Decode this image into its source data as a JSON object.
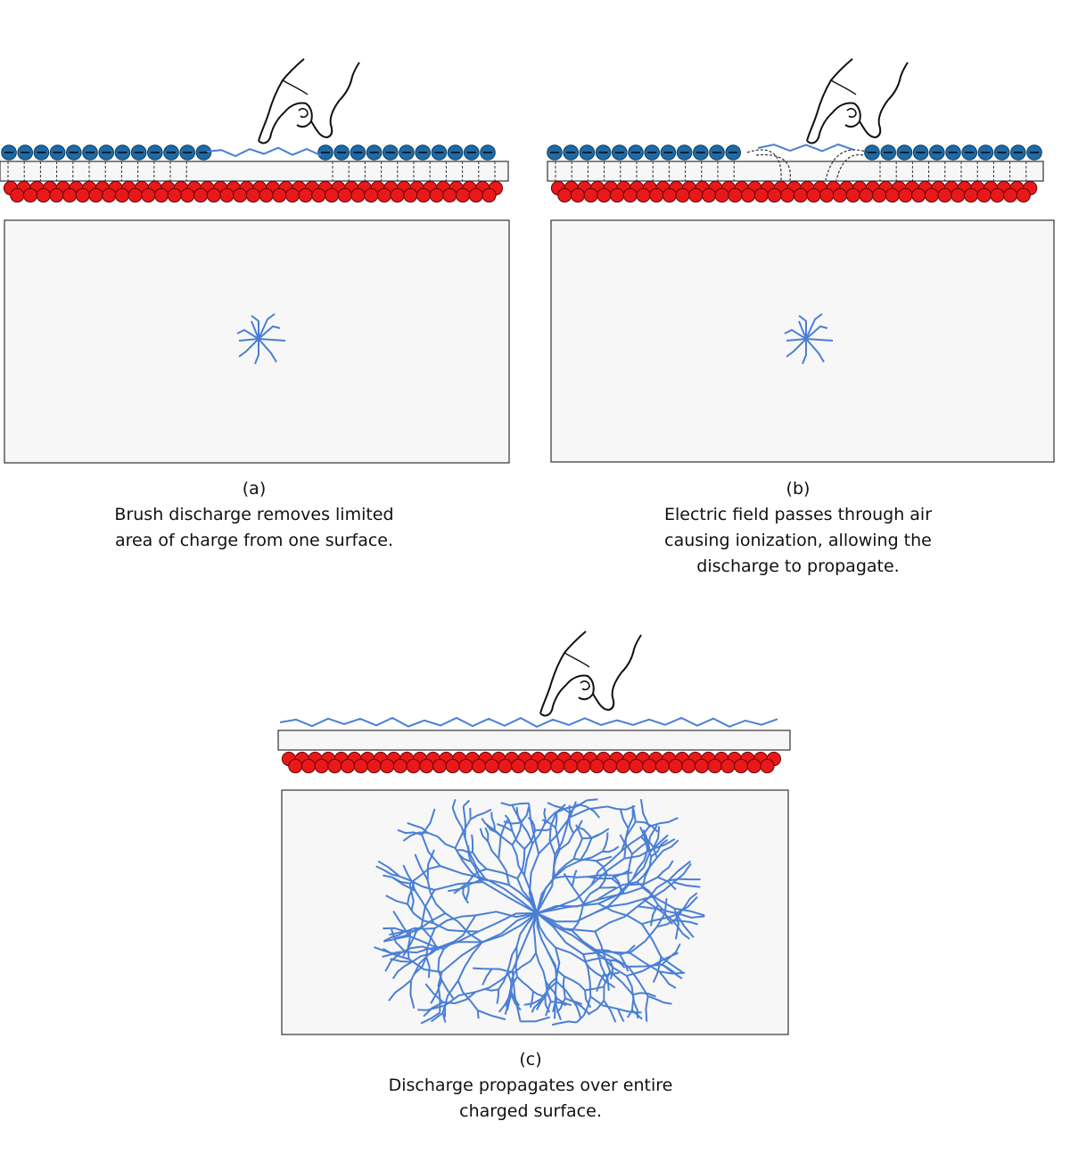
{
  "panels": [
    {
      "id": "a",
      "label": "(a)",
      "caption_lines": [
        "Brush discharge removes limited",
        "area of charge from one surface."
      ]
    },
    {
      "id": "b",
      "label": "(b)",
      "caption_lines": [
        "Electric field passes through air",
        "causing ionization, allowing the",
        "discharge to propagate."
      ]
    },
    {
      "id": "c",
      "label": "(c)",
      "caption_lines": [
        "Discharge propagates over entire",
        "charged surface."
      ]
    }
  ],
  "colors": {
    "negative_charge": "#1f6aa5",
    "positive_charge": "#e8191a",
    "discharge": "#4a7fd4",
    "panel_fill": "#f7f7f7",
    "outline": "#333333"
  },
  "icons": [
    "hand-pointing-icon",
    "minus-sign-icon"
  ]
}
